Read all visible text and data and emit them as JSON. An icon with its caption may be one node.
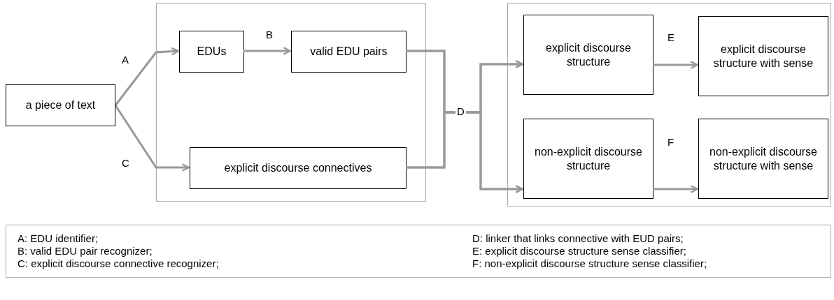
{
  "diagram": {
    "nodes": [
      {
        "text": [
          "a piece of text"
        ]
      },
      {
        "text": [],
        "shape": "box"
      },
      {
        "text": [
          "EDUs"
        ],
        "in": 1
      },
      {
        "text": [
          "valid EDU pairs"
        ],
        "in": 1
      },
      {
        "text": [
          "explicit discourse connectives"
        ],
        "in": 1
      },
      {
        "text": [],
        "shape": "box"
      },
      {
        "text": [
          "explicit discourse structure"
        ],
        "in": 5
      },
      {
        "text": [
          "explicit discourse structure with sense"
        ],
        "in": 5
      },
      {
        "text": [
          "non-explicit discourse structure"
        ],
        "in": 5
      },
      {
        "text": [
          "non-explicit discourse structure with sense"
        ],
        "in": 5
      },
      {
        "text": [
          "A: EDU identifier;",
          "B: valid EDU pair recognizer;",
          "C: explicit discourse connective recognizer;",
          "D: linker that links connective with EUD pairs;",
          "E: explicit discourse structure sense classifier;",
          "F: non-explicit discourse structure sense classifier;"
        ]
      }
    ],
    "edges": [
      {
        "from": 0,
        "to": 2,
        "arrow": "to",
        "label": "A"
      },
      {
        "from": 2,
        "to": 3,
        "arrow": "to",
        "label": "B"
      },
      {
        "from": 0,
        "to": 4,
        "arrow": "to",
        "label": "C"
      },
      {
        "from": 3,
        "to": 6,
        "arrow": "to",
        "label": "D"
      },
      {
        "from": 3,
        "to": 8,
        "arrow": "to"
      },
      {
        "from": 4,
        "to": 6,
        "arrow": "to"
      },
      {
        "from": 4,
        "to": 8,
        "arrow": "to"
      },
      {
        "from": 6,
        "to": 7,
        "arrow": "to",
        "label": "E"
      },
      {
        "from": 8,
        "to": 9,
        "arrow": "to",
        "label": "F"
      }
    ]
  }
}
